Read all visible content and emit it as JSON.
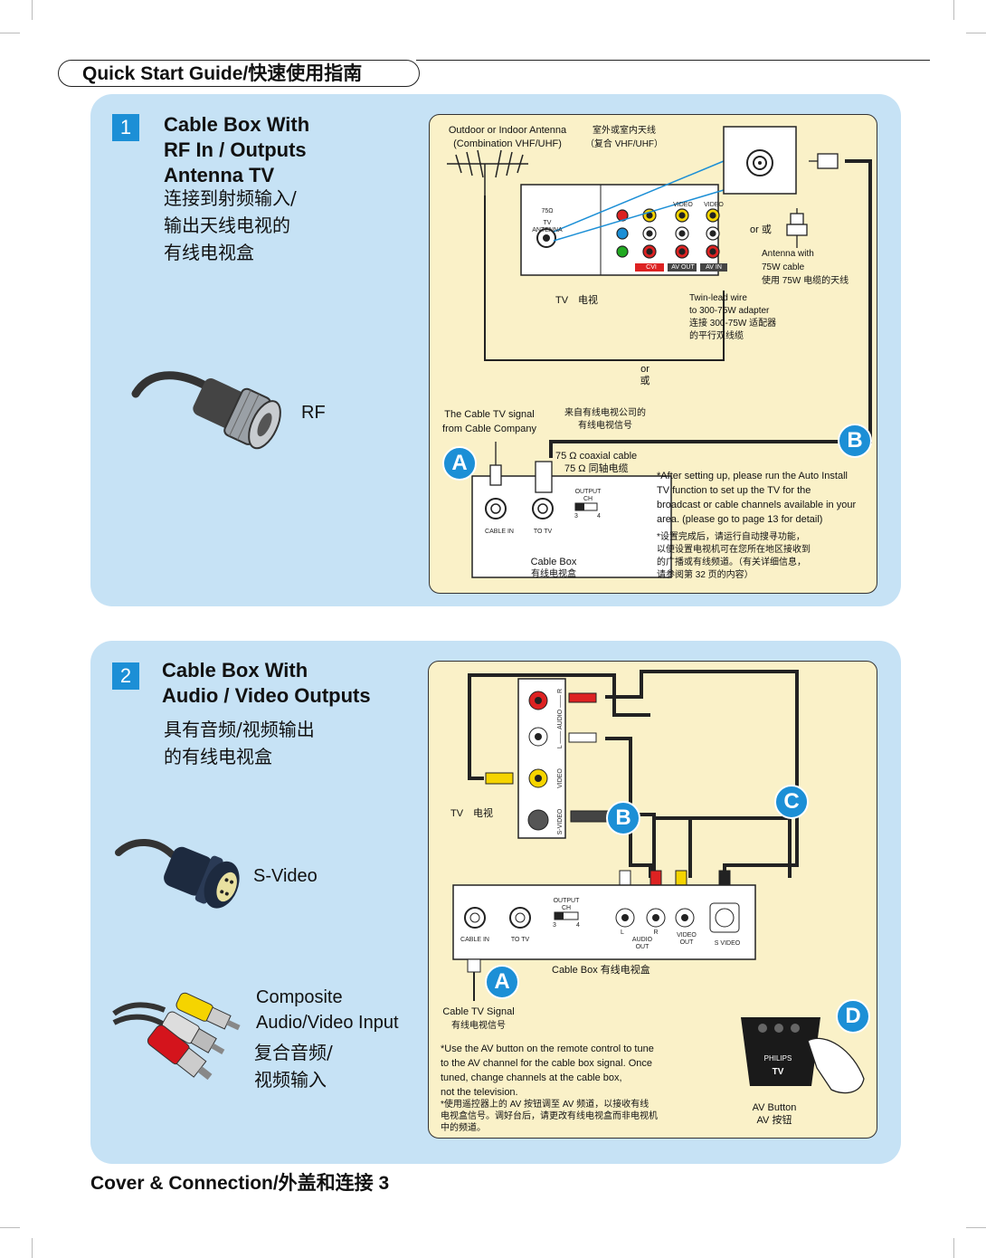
{
  "header": {
    "title": "Quick Start Guide/快速使用指南"
  },
  "section1": {
    "number": "1",
    "title_en": [
      "Cable Box With",
      "RF In / Outputs",
      "Antenna TV"
    ],
    "title_cn": [
      "连接到射频输入/",
      "输出天线电视的",
      "有线电视盒"
    ],
    "connector_label": "RF",
    "diagram": {
      "antenna_label_en": [
        "Outdoor or Indoor Antenna",
        "(Combination VHF/UHF)"
      ],
      "antenna_label_cn": [
        "室外或室内天线",
        "（复合 VHF/UHF）"
      ],
      "tv_label": "TV　电视",
      "or_cn_1": "or 或",
      "antenna_cable_label": [
        "Antenna with",
        "75W cable",
        "使用 75W 电缆的天线"
      ],
      "twin_lead_label": [
        "Twin-lead wire",
        "to 300-75W adapter",
        "连接 300-75W 适配器",
        "的平行双线缆"
      ],
      "or_2": [
        "or",
        "或"
      ],
      "signal_en": [
        "The Cable TV signal",
        "from Cable Company"
      ],
      "signal_cn": [
        "来自有线电视公司的",
        "有线电视信号"
      ],
      "coax_label": [
        "75 Ω coaxial cable",
        "75 Ω  同轴电缆"
      ],
      "note_en": [
        "*After setting up, please run the Auto Install",
        "TV function to set up the TV for the",
        "broadcast or cable channels available in your",
        "area. (please go to page 13 for detail)"
      ],
      "note_cn": [
        "*设置完成后，请运行自动搜寻功能，",
        "以便设置电视机可在您所在地区接收到",
        "的广播或有线频道。（有关详细信息，",
        "请参阅第 32 页的内容）"
      ],
      "cable_box_label": [
        "Cable Box",
        "有线电视盒"
      ],
      "panel_labels": {
        "tv_antenna": "TV ANTENNA",
        "ohm": "75Ω",
        "video": "VIDEO",
        "cvi": "CVI",
        "av_out": "AV OUT",
        "av_in": "AV IN",
        "output_ch": "OUTPUT CH",
        "ch3": "3",
        "ch4": "4",
        "cable_in": "CABLE IN",
        "to_tv": "TO TV"
      },
      "badge_a": "A",
      "badge_b": "B"
    }
  },
  "section2": {
    "number": "2",
    "title_en": [
      "Cable Box With",
      "Audio / Video Outputs"
    ],
    "title_cn": [
      "具有音频/视频输出",
      "的有线电视盒"
    ],
    "svideo_label": "S-Video",
    "composite_label_en": [
      "Composite",
      "Audio/Video Input"
    ],
    "composite_label_cn": [
      "复合音频/",
      "视频输入"
    ],
    "diagram": {
      "tv_label": "TV　电视",
      "side_labels": {
        "audio": "L —— AUDIO —— R",
        "video": "VIDEO",
        "svideo": "S-VIDEO"
      },
      "box_labels": {
        "output_ch": "OUTPUT CH",
        "ch3": "3",
        "ch4": "4",
        "cable_in": "CABLE IN",
        "to_tv": "TO TV",
        "l": "L",
        "r": "R",
        "audio_out": "AUDIO OUT",
        "video_out": "VIDEO OUT",
        "s_video": "S VIDEO"
      },
      "cable_box_label": "Cable Box  有线电视盒",
      "signal_en": "Cable TV Signal",
      "signal_cn": "有线电视信号",
      "note_en": [
        "*Use the AV button on the remote control to tune",
        "to the AV channel for the cable box signal.  Once",
        "tuned, change channels at the cable box,",
        "not the television."
      ],
      "note_cn": [
        "*使用遥控器上的 AV 按钮调至 AV 频道，以接收有线",
        "电视盒信号。调好台后，请更改有线电视盒而非电视机",
        "中的频道。"
      ],
      "remote_brand": "PHILIPS",
      "remote_tv": "TV",
      "av_button_label": [
        "AV Button",
        "AV 按钮"
      ],
      "badge_a": "A",
      "badge_b": "B",
      "badge_c": "C",
      "badge_d": "D"
    }
  },
  "footer": {
    "text": "Cover & Connection/外盖和连接 3"
  },
  "colors": {
    "panel": "#c6e2f5",
    "diagram": "#faf1c8",
    "accent": "#1c8fd6"
  }
}
